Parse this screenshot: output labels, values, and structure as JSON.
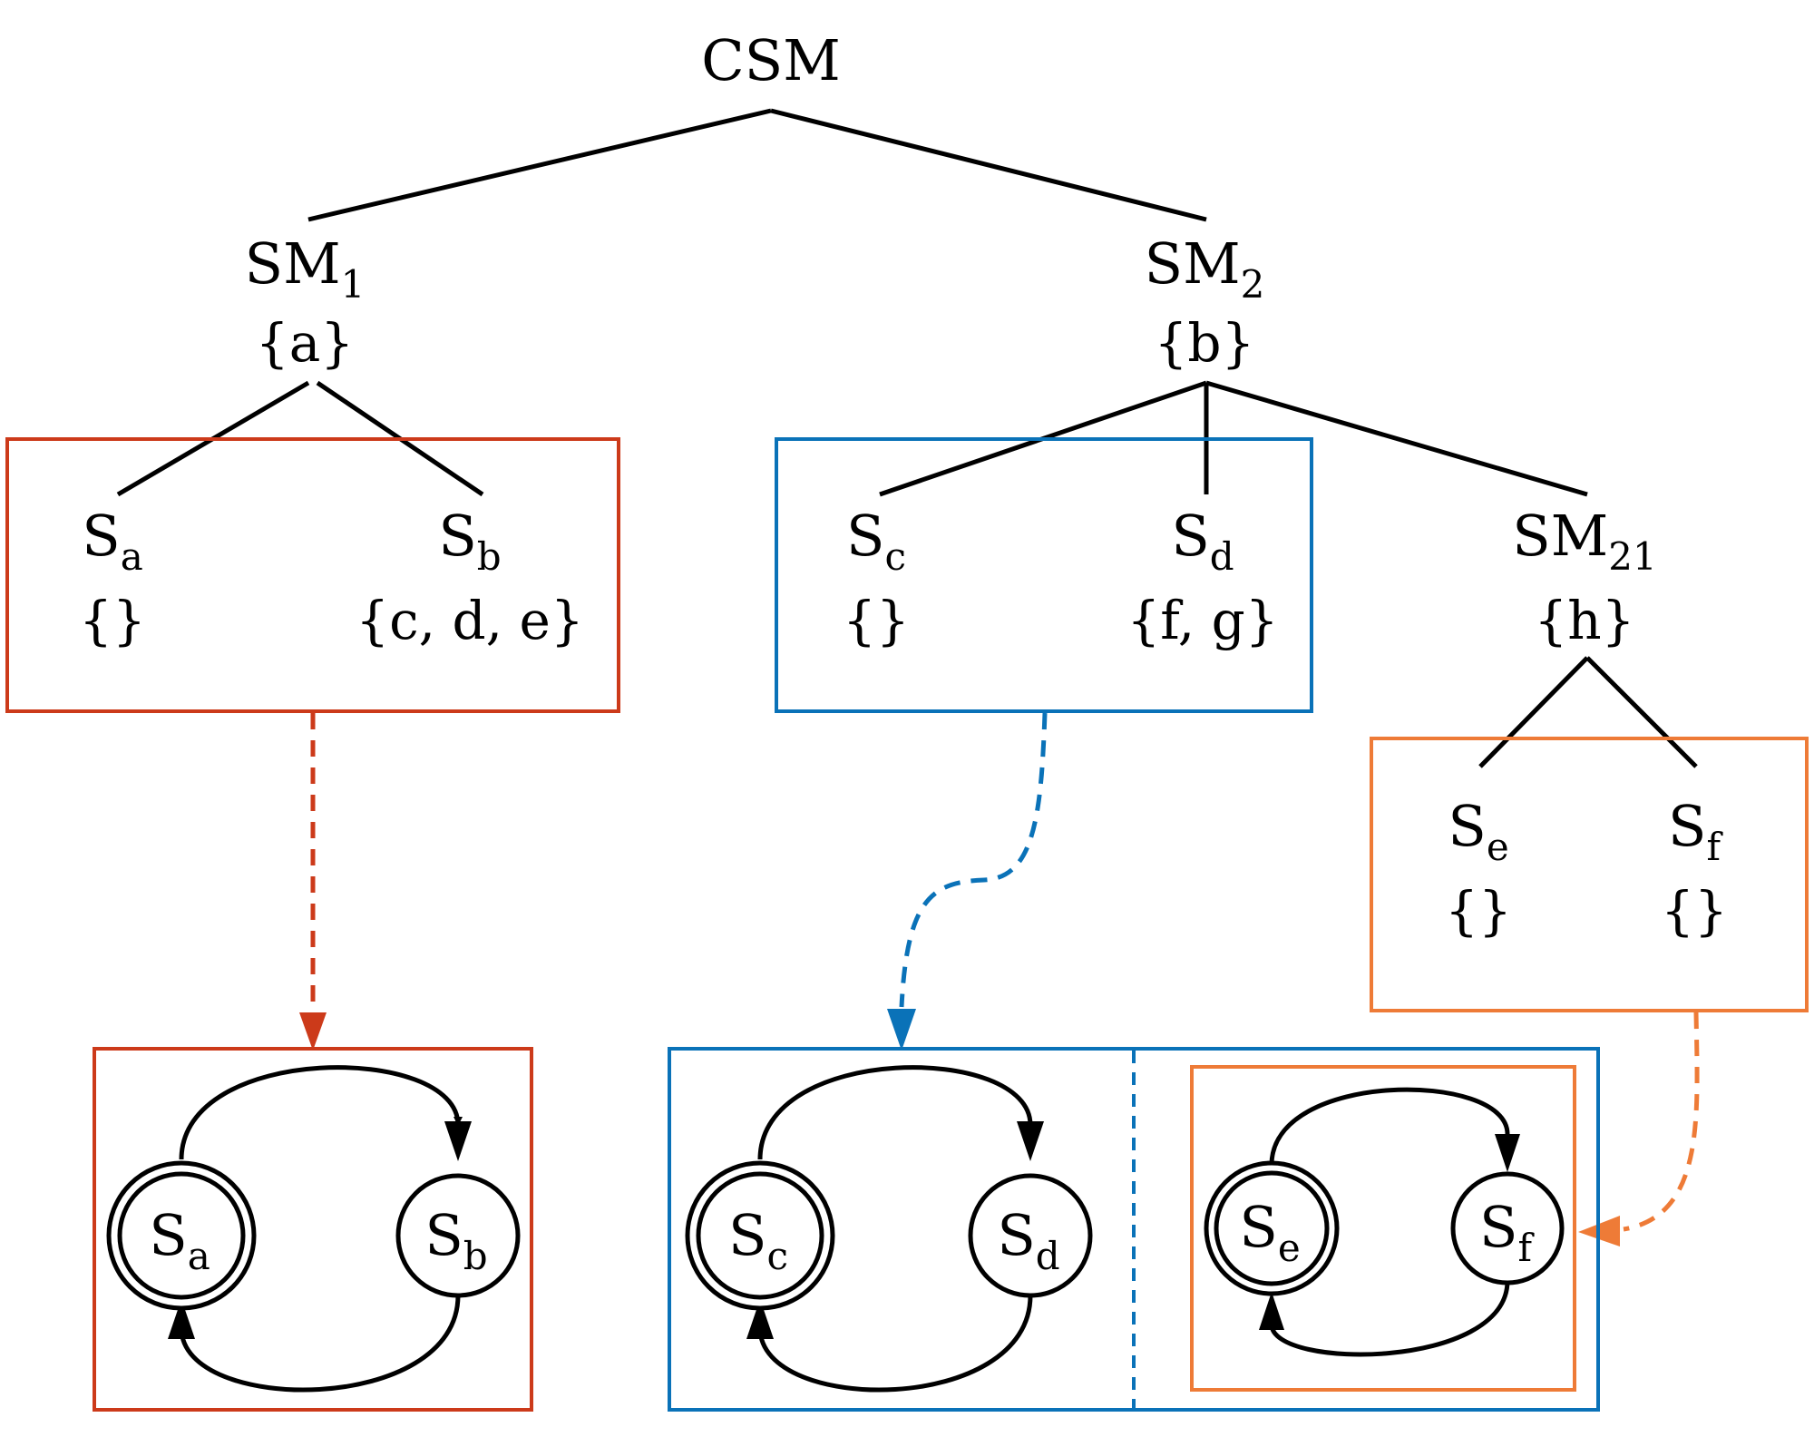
{
  "colors": {
    "red": "#cc3a1a",
    "blue": "#0a72b8",
    "orange": "#ee7b37",
    "black": "#000000"
  },
  "root": {
    "label": "CSM"
  },
  "sm1": {
    "name": "SM",
    "sub": "1",
    "set": "{a}"
  },
  "sm2": {
    "name": "SM",
    "sub": "2",
    "set": "{b}"
  },
  "sm21": {
    "name": "SM",
    "sub": "21",
    "set": "{h}"
  },
  "tree_states": [
    {
      "name": "S",
      "sub": "a",
      "set": "{}"
    },
    {
      "name": "S",
      "sub": "b",
      "set": "{c, d, e}"
    },
    {
      "name": "S",
      "sub": "c",
      "set": "{}"
    },
    {
      "name": "S",
      "sub": "d",
      "set": "{f, g}"
    },
    {
      "name": "S",
      "sub": "e",
      "set": "{}"
    },
    {
      "name": "S",
      "sub": "f",
      "set": "{}"
    }
  ],
  "machines": [
    {
      "initial": {
        "name": "S",
        "sub": "a"
      },
      "other": {
        "name": "S",
        "sub": "b"
      }
    },
    {
      "initial": {
        "name": "S",
        "sub": "c"
      },
      "other": {
        "name": "S",
        "sub": "d"
      }
    },
    {
      "initial": {
        "name": "S",
        "sub": "e"
      },
      "other": {
        "name": "S",
        "sub": "f"
      }
    }
  ]
}
